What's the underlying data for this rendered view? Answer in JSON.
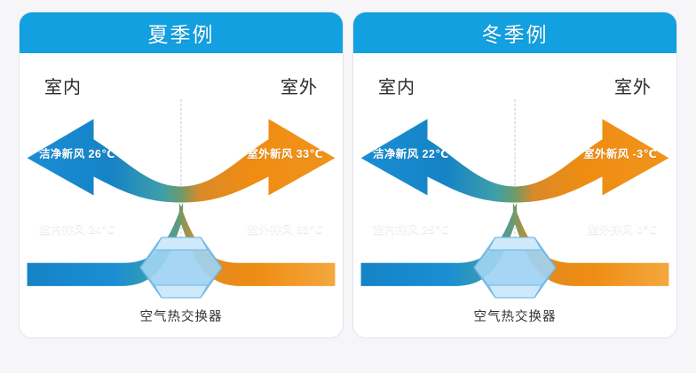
{
  "background_color": "#f6f5f8",
  "theme": {
    "header_blue": "#13a0e0",
    "flow_blue": "#1583c6",
    "flow_orange": "#ef8c12",
    "blend_teal": "#5f9a7e",
    "exchanger_fill": "#9fd4f2",
    "exchanger_stroke": "#6fb7e3"
  },
  "panels": [
    {
      "id": "summer",
      "title": "夏季例",
      "indoor_label": "室内",
      "outdoor_label": "室外",
      "flows": {
        "supply": "洁净新风 26℃",
        "return": "室内排风 24℃",
        "intake": "室外新风 33℃",
        "exhaust": "室外排风 33℃"
      },
      "exchanger_caption": "空气热交换器"
    },
    {
      "id": "winter",
      "title": "冬季例",
      "indoor_label": "室内",
      "outdoor_label": "室外",
      "flows": {
        "supply": "洁净新风 22℃",
        "return": "室内排风 25℃",
        "intake": "室外新风 -3℃",
        "exhaust": "室外排风 0℃"
      },
      "exchanger_caption": "空气热交换器"
    }
  ],
  "icons": {
    "arrow_left": "arrow-left-icon",
    "arrow_right": "arrow-right-icon",
    "heat_exchanger": "heat-exchanger-icon",
    "divider": "dashed-divider-icon"
  }
}
